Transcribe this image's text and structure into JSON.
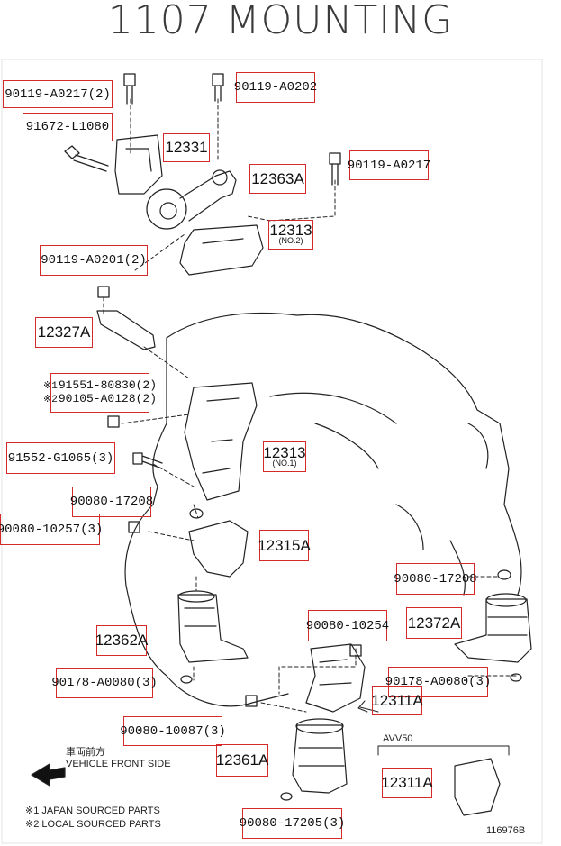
{
  "title": "1107 MOUNTING",
  "labels": {
    "l1": "90119-A0217(2)",
    "l2": "90119-A0202",
    "l3": "91672-L1080",
    "l4": "12331",
    "l5": "12363A",
    "l6": "90119-A0217",
    "l7": "12313",
    "l7_sub": "(NO.2)",
    "l8": "90119-A0201(2)",
    "l9": "12327A",
    "l10a": "91551-80830(2)",
    "l10a_mark": "※1",
    "l10b": "90105-A0128(2)",
    "l10b_mark": "※2",
    "l11": "91552-G1065(3)",
    "l12": "12313",
    "l12_sub": "(NO.1)",
    "l13": "90080-17208",
    "l14": "90080-10257(3)",
    "l15": "12315A",
    "l16": "90080-17208",
    "l17": "12362A",
    "l18": "90080-10254",
    "l19": "12372A",
    "l20": "90178-A0080(3)",
    "l21": "90178-A0080(3)",
    "l22": "12311A",
    "l23": "90080-10087(3)",
    "l24": "12361A",
    "l25": "12311A",
    "l26": "90080-17205(3)"
  },
  "notes": {
    "front_jp": "車両前方",
    "front_en": "VEHICLE FRONT SIDE",
    "avv": "AVV50",
    "foot1": "※1 JAPAN SOURCED PARTS",
    "foot2": "※2 LOCAL SOURCED PARTS",
    "code": "116976B"
  },
  "colors": {
    "label_border": "#d42a2a",
    "line": "#222222"
  }
}
